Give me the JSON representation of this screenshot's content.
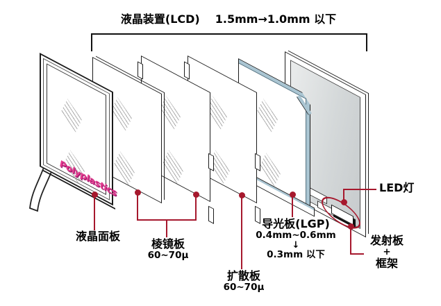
{
  "title": {
    "device": "液晶装置(LCD)",
    "thickness": "1.5mm→1.0mm 以下"
  },
  "panel_logo": "Polyplastics",
  "callouts": {
    "lcd_panel": {
      "label": "液晶面板"
    },
    "prism_sheets": {
      "label": "棱镜板",
      "spec": "60~70μ"
    },
    "diffuser_sheet": {
      "label": "扩散板",
      "spec": "60~70μ"
    },
    "light_guide_plate": {
      "label": "导光板(LGP)",
      "spec_current": "0.4mm~0.6mm",
      "arrow": "↓",
      "spec_target": "0.3mm 以下"
    },
    "led": {
      "label": "LED灯"
    },
    "reflector_frame": {
      "line1": "发射板",
      "line2": "+",
      "line3": "框架"
    }
  },
  "colors": {
    "callout_red": "#a6182d",
    "logo_magenta": "#e23a8e",
    "lgp_blue": "#aac5d2",
    "frame_gray": "#d5d8d9",
    "outline": "#1a1a1a"
  }
}
